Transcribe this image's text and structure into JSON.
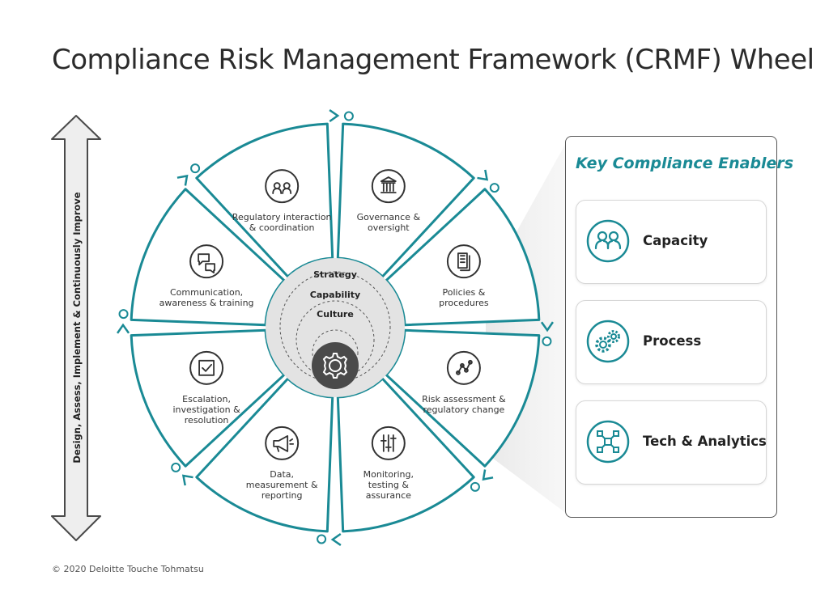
{
  "title": "Compliance Risk Management Framework (CRMF) Wheel",
  "side_arrow_label": "Design, Assess, Implement & Continuously Improve",
  "segments": [
    {
      "lines": [
        "Governance &",
        "oversight"
      ],
      "icon": "government-building-icon"
    },
    {
      "lines": [
        "Policies &",
        "procedures"
      ],
      "icon": "documents-icon"
    },
    {
      "lines": [
        "Risk assessment &",
        "regulatory change"
      ],
      "icon": "network-nodes-icon"
    },
    {
      "lines": [
        "Monitoring,",
        "testing &",
        "assurance"
      ],
      "icon": "sliders-icon"
    },
    {
      "lines": [
        "Data,",
        "measurement &",
        "reporting"
      ],
      "icon": "megaphone-icon"
    },
    {
      "lines": [
        "Escalation,",
        "investigation &",
        "resolution"
      ],
      "icon": "checklist-icon"
    },
    {
      "lines": [
        "Communication,",
        "awareness & training"
      ],
      "icon": "speech-bubbles-icon"
    },
    {
      "lines": [
        "Regulatory interaction",
        "& coordination"
      ],
      "icon": "people-icon"
    }
  ],
  "core": {
    "labels": [
      "Strategy",
      "Capability",
      "Culture"
    ],
    "icon": "gear-icon"
  },
  "enablers": {
    "title": "Key Compliance Enablers",
    "items": [
      {
        "label": "Capacity",
        "icon": "people-icon"
      },
      {
        "label": "Process",
        "icon": "gears-icon"
      },
      {
        "label": "Tech & Analytics",
        "icon": "network-icon"
      }
    ]
  },
  "colors": {
    "teal": "#1a8a95",
    "dark": "#4a4a4a",
    "segment_fill": "#ffffff",
    "core_fill": "#e3e3e3"
  },
  "footer": "© 2020 Deloitte Touche Tohmatsu"
}
